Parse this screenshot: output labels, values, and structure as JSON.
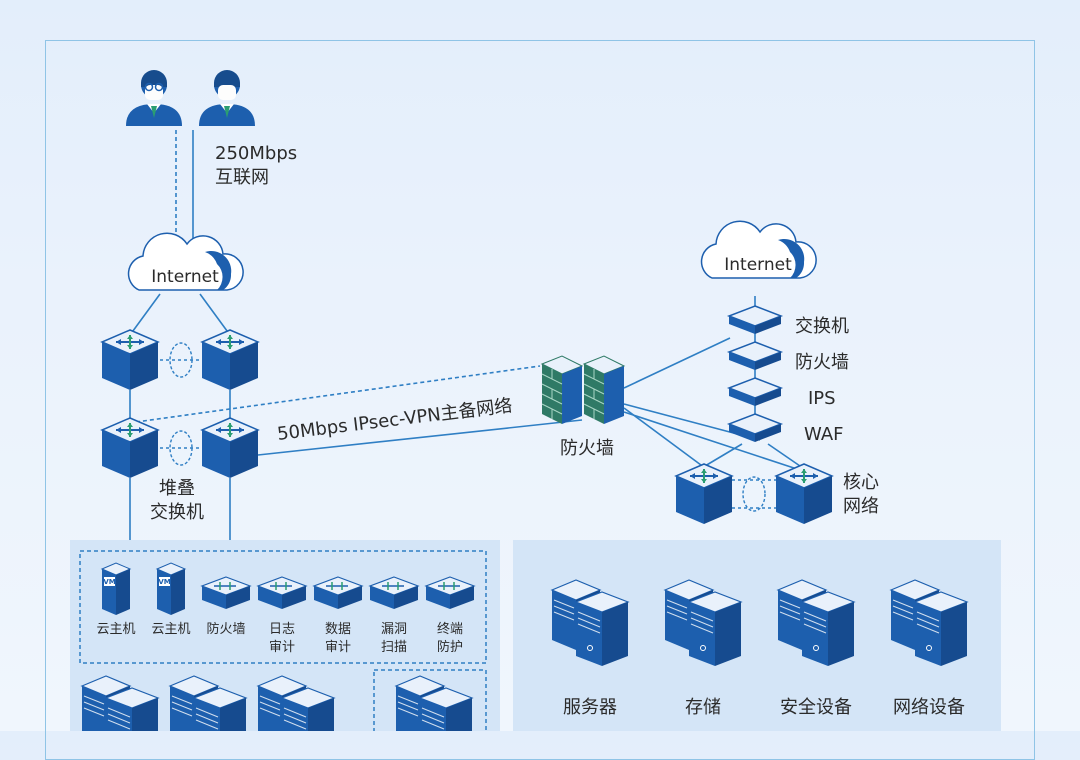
{
  "top_link": {
    "bandwidth": "250Mbps",
    "type": "互联网"
  },
  "clouds": {
    "left": "Internet",
    "right": "Internet"
  },
  "stack_switch": {
    "line1": "堆叠",
    "line2": "交换机"
  },
  "vpn_link": "50Mbps IPsec-VPN主备网络",
  "center_firewall": "防火墙",
  "right_chain": [
    "交换机",
    "防火墙",
    "IPS",
    "WAF"
  ],
  "core_network": {
    "line1": "核心",
    "line2": "网络"
  },
  "cloud_services": [
    {
      "line1": "云主机",
      "line2": ""
    },
    {
      "line1": "云主机",
      "line2": ""
    },
    {
      "line1": "防火墙",
      "line2": ""
    },
    {
      "line1": "日志",
      "line2": "审计"
    },
    {
      "line1": "数据",
      "line2": "审计"
    },
    {
      "line1": "漏洞",
      "line2": "扫描"
    },
    {
      "line1": "终端",
      "line2": "防护"
    }
  ],
  "vm_badge": "VM",
  "idc_devices": [
    "服务器",
    "存储",
    "安全设备",
    "网络设备"
  ],
  "colors": {
    "device_top": "#e9f1fb",
    "device_front": "#1d5fae",
    "device_side": "#164b8f",
    "line": "#2f7fc4",
    "frame": "#8fc4e6",
    "panel": "#cfe2f6",
    "firewall_green": "#2f7a66"
  }
}
